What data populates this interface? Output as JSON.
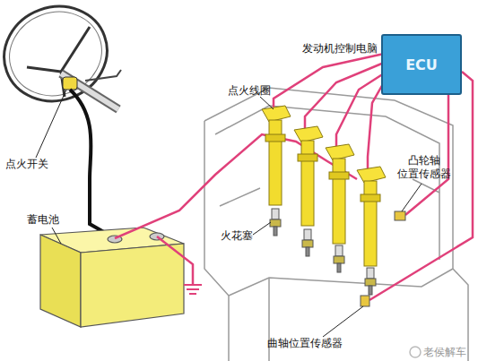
{
  "diagram": {
    "nodes": [
      {
        "text": [
          "发动机控制电脑",
          "ECU"
        ]
      }
    ],
    "labels": [
      "点火线圈",
      "凸轮轴 位置传感器",
      "点火开关",
      "火花塞",
      "蓄电池",
      "曲轴位置传感器",
      "老侯解车"
    ]
  }
}
